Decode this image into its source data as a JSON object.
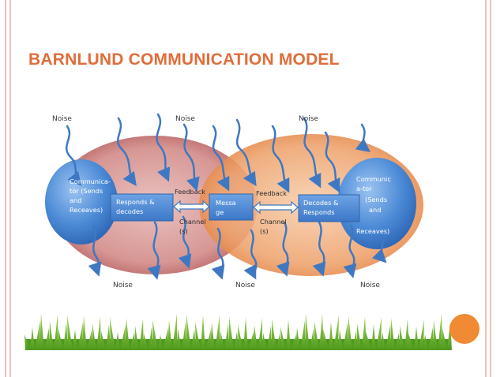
{
  "slide": {
    "title": "BARNLUND COMMUNICATION MODEL",
    "accent_color": "#e06d3a"
  },
  "diagram": {
    "noise_labels": [
      "Noise",
      "Noise",
      "Noise",
      "Noise",
      "Noise",
      "Noise"
    ],
    "left_communicator": [
      "Communica-",
      "tor (Sends",
      "and",
      "Receaves)"
    ],
    "right_communicator": [
      "Communic",
      "a-tor",
      "(Sends",
      "and",
      "Receaves)"
    ],
    "responds_box": [
      "Responds &",
      "decodes"
    ],
    "decodes_box": [
      "Decodes &",
      "Responds"
    ],
    "message_box": [
      "Messa",
      "ge"
    ],
    "feedback_left": "Feedback",
    "feedback_right": "Feedback",
    "channel_left": [
      "Channel",
      "(s)"
    ],
    "channel_right": [
      "Channel",
      "(s)"
    ]
  }
}
